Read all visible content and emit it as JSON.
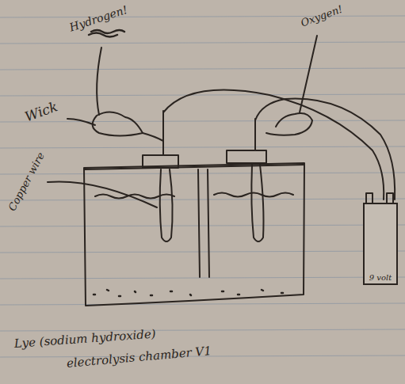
{
  "diagram": {
    "caption": "electrolysis chamber V1",
    "nodes": [
      {
        "text": [
          "9 volt"
        ]
      }
    ],
    "labels": [
      "Hydrogen!",
      "Oxygen!",
      "Wick",
      "Copper wire",
      "Lye (sodium hydroxide)"
    ]
  }
}
